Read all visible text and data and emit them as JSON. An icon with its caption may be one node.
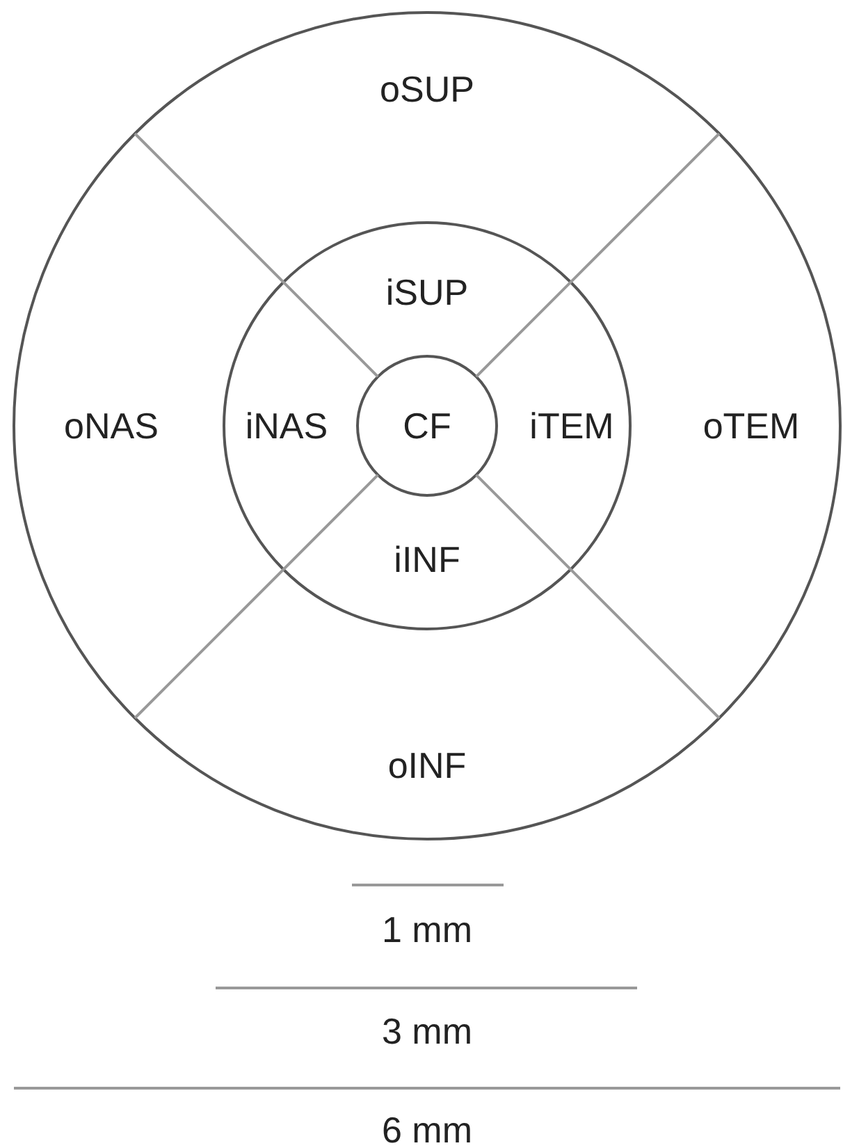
{
  "diagram": {
    "nodes": [
      {
        "text": [
          "oSUP"
        ]
      },
      {
        "text": [
          "oNAS"
        ]
      },
      {
        "text": [
          "iSUP"
        ]
      },
      {
        "text": [
          "iNAS"
        ]
      },
      {
        "text": [
          "CF"
        ]
      },
      {
        "text": [
          "iTEM"
        ]
      },
      {
        "text": [
          "oTEM"
        ]
      },
      {
        "text": [
          "iINF"
        ]
      },
      {
        "text": [
          "oINF"
        ]
      }
    ],
    "labels": [
      "1 mm",
      "3 mm",
      "6 mm"
    ]
  }
}
